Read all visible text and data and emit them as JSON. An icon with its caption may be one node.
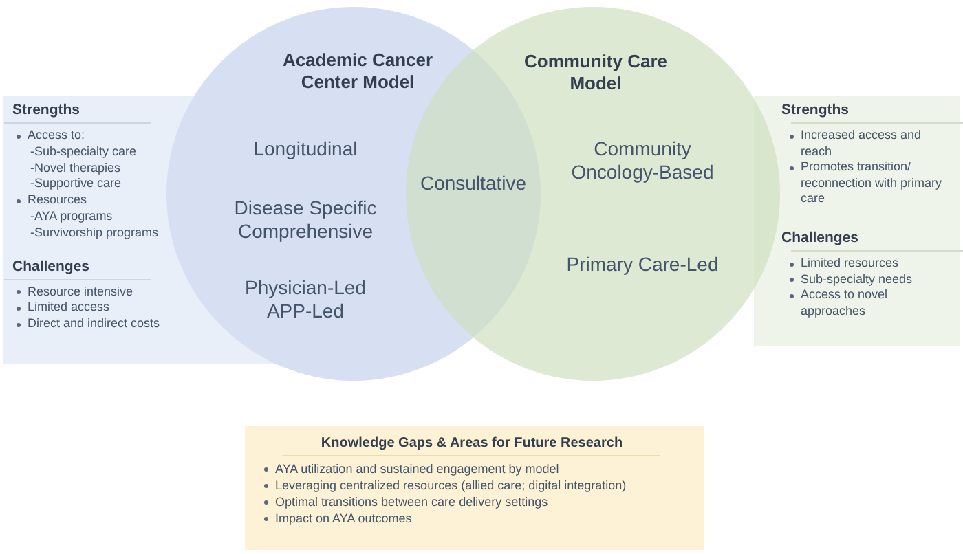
{
  "diagram": {
    "nodes": [
      {
        "text": [
          "Academic Cancer Center Model",
          "Longitudinal",
          "Disease Specific Comprehensive",
          "Physician-Led APP-Led"
        ]
      },
      {
        "text": [
          "Community Care Model",
          "Community Oncology-Based",
          "Primary Care-Led"
        ]
      },
      {
        "text": [
          "Strengths",
          "Access to:",
          "-Sub-specialty care",
          "-Novel therapies",
          "-Supportive care",
          "Resources",
          "-AYA programs",
          "-Survivorship programs",
          "Challenges",
          "Resource intensive",
          "Limited access",
          "Direct and indirect costs"
        ]
      },
      {
        "text": [
          "Strengths",
          "Increased access and reach",
          "Promotes transition/ reconnection with primary care",
          "Challenges",
          "Limited resources",
          "Sub-specialty needs",
          "Access to novel approaches"
        ]
      },
      {
        "text": [
          "Knowledge Gaps & Areas for Future Research",
          "AYA utilization and sustained engagement by model",
          "Leveraging centralized resources (allied care; digital integration)",
          "Optimal transitions between care delivery settings",
          "Impact on AYA outcomes"
        ]
      }
    ],
    "labels": [
      "Consultative"
    ]
  }
}
